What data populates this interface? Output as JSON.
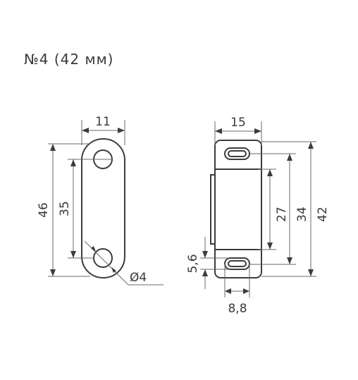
{
  "title": "№4 (42 мм)",
  "left_view": {
    "width": "11",
    "height": "46",
    "hole_spacing": "35",
    "hole_diameter": "Ø4"
  },
  "right_view": {
    "width": "15",
    "slot_spacing": "27",
    "inner_height": "34",
    "total_height": "42",
    "slot_height": "5,6",
    "slot_width": "8,8"
  }
}
